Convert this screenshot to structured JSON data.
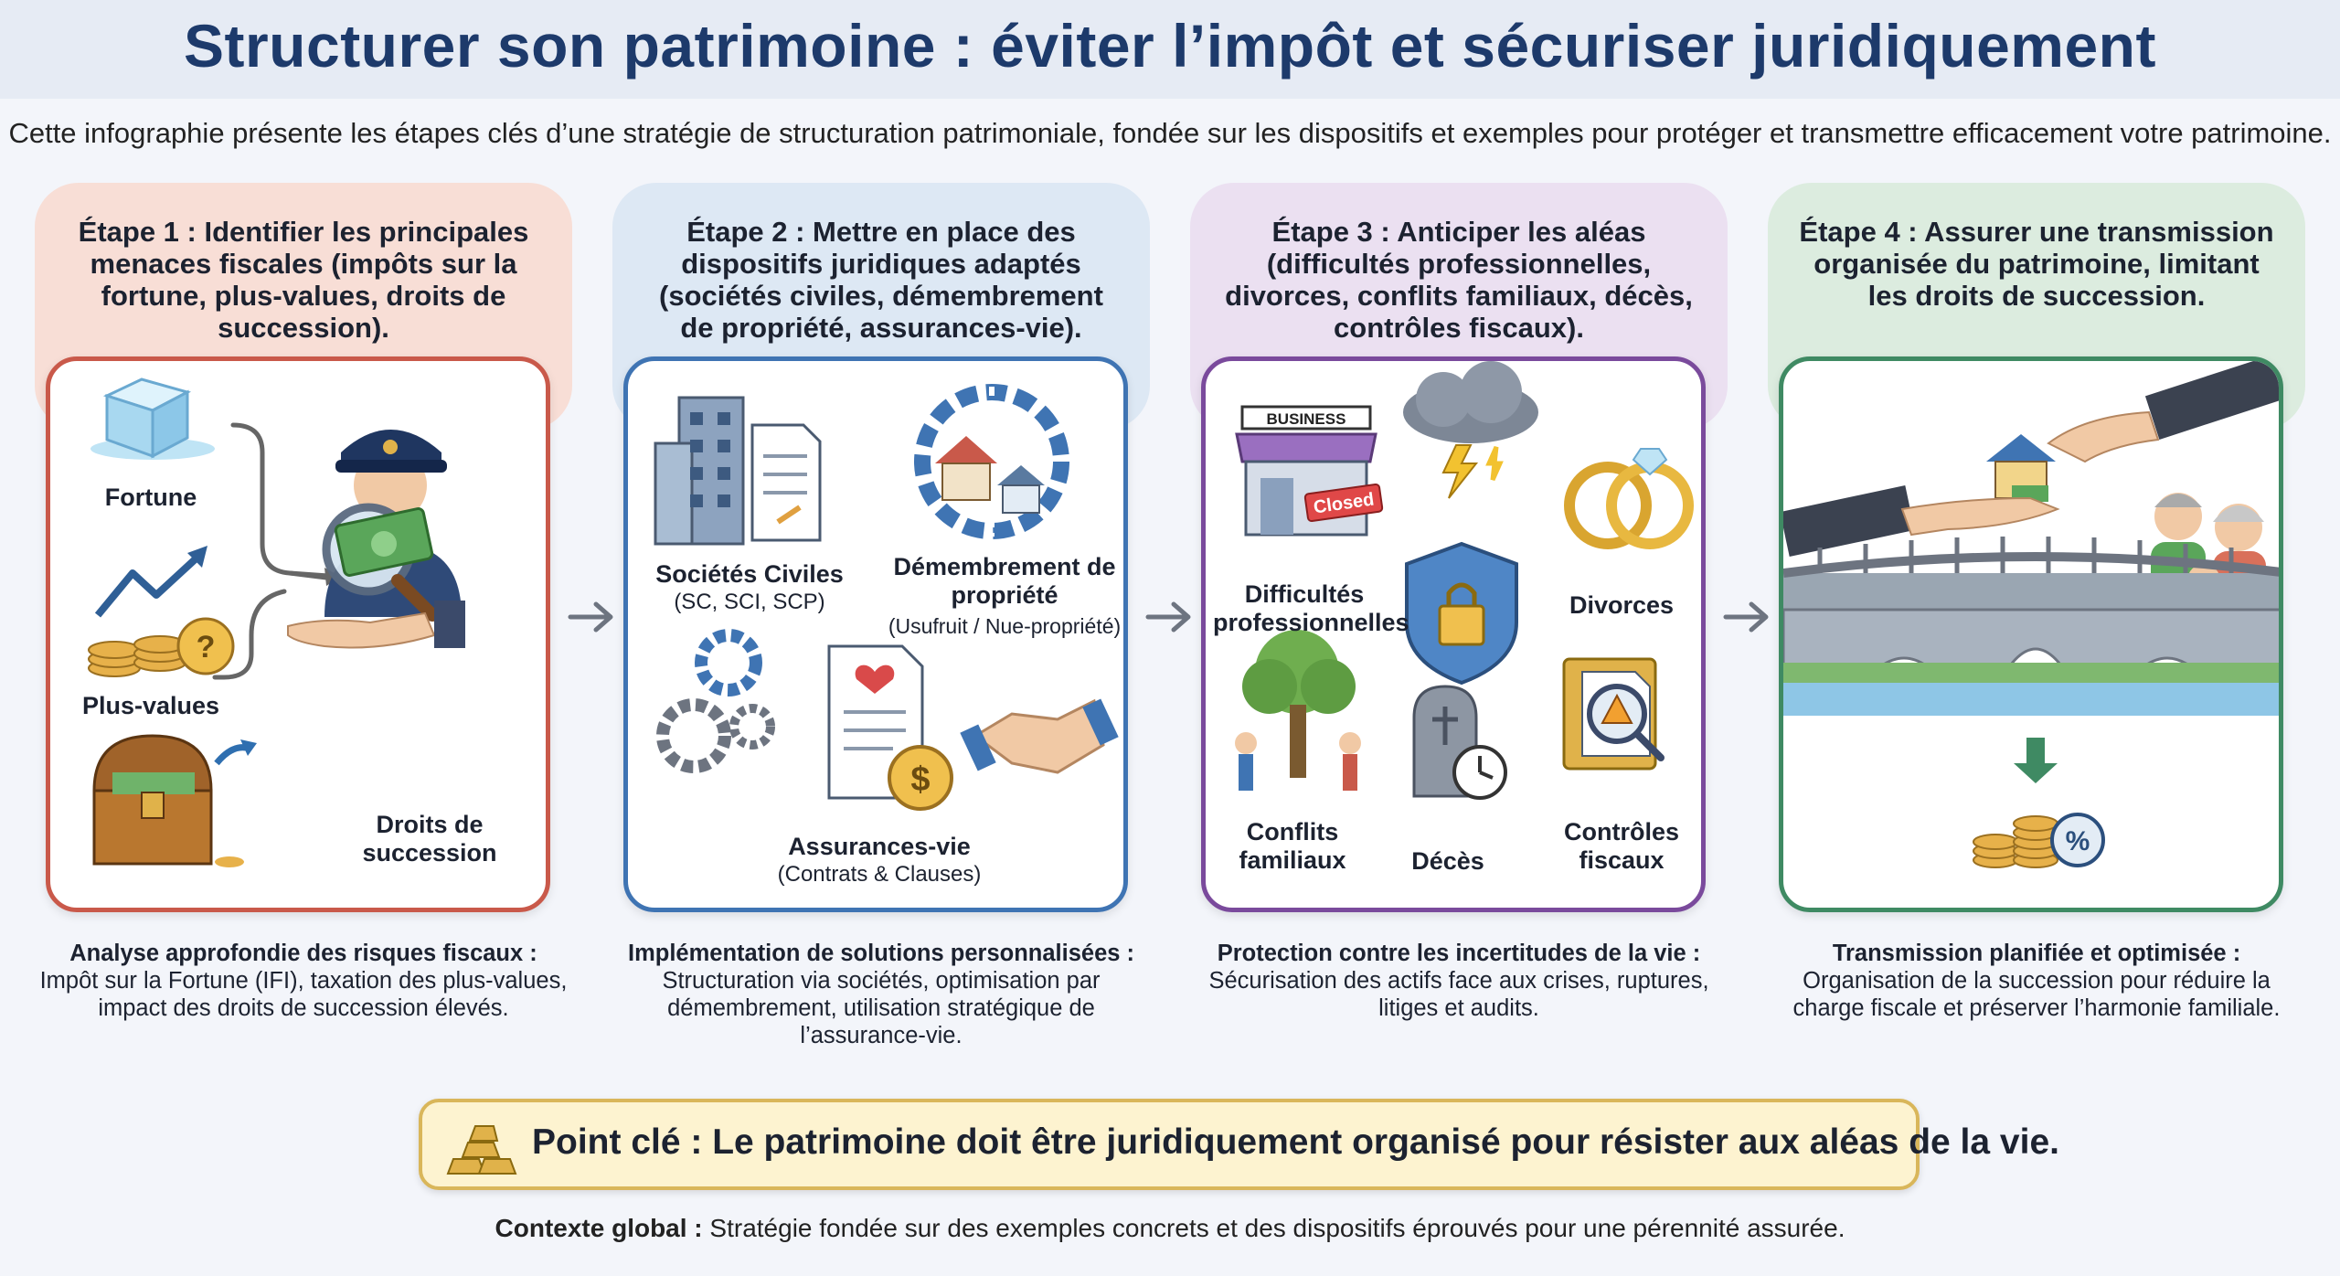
{
  "title": "Structurer son patrimoine : éviter l’impôt et sécuriser juridiquement",
  "intro": "Cette infographie présente les étapes clés d’une stratégie de structuration patrimoniale, fondée sur les dispositifs et exemples pour protéger et transmettre efficacement votre patrimoine.",
  "colors": {
    "step1": "#c9594a",
    "step2": "#3f74b3",
    "step3": "#7a4a9c",
    "step4": "#3f8a63",
    "title": "#1d3a6b",
    "key_border": "#d9b65a"
  },
  "steps": [
    {
      "heading": "Étape 1 : Identifier les principales menaces fiscales (impôts sur la fortune, plus-values, droits de succession).",
      "labels": {
        "fortune": "Fortune",
        "plusvalues": "Plus-values",
        "droits": "Droits de succession"
      },
      "desc_title": "Analyse approfondie des risques fiscaux :",
      "desc_body": "Impôt sur la Fortune (IFI), taxation des plus-values, impact des droits de succession élevés.",
      "icons": [
        "ice-cube-icon",
        "growth-arrow-coins-icon",
        "treasure-chest-icon",
        "tax-inspector-icon",
        "money-hand-icon"
      ]
    },
    {
      "heading": "Étape 2 : Mettre en place des dispositifs juridiques adaptés (sociétés civiles, démembrement de propriété, assurances-vie).",
      "labels": {
        "societes": "Sociétés Civiles",
        "societes_sub": "(SC, SCI, SCP)",
        "demembrement": "Démembrement de propriété",
        "demembrement_sub": "(Usufruit / Nue-propriété)",
        "assurances": "Assurances-vie",
        "assurances_sub": "(Contrats & Clauses)"
      },
      "desc_title": "Implémentation de solutions personnalisées :",
      "desc_body": "Structuration via sociétés, optimisation par démembrement, utilisation stratégique de l’assurance-vie.",
      "icons": [
        "building-document-icon",
        "house-gear-icon",
        "gears-icon",
        "contract-coin-icon",
        "handshake-icon"
      ]
    },
    {
      "heading": "Étape 3 : Anticiper les aléas (difficultés professionnelles, divorces, conflits familiaux, décès, contrôles fiscaux).",
      "labels": {
        "difficultes": "Difficultés professionnelles",
        "divorces": "Divorces",
        "conflits": "Conflits familiaux",
        "deces": "Décès",
        "controles": "Contrôles fiscaux",
        "business_sign": "BUSINESS",
        "closed_sign": "Closed"
      },
      "desc_title": "Protection contre les incertitudes de la vie :",
      "desc_body": "Sécurisation des actifs face aux crises, ruptures, litiges et audits.",
      "icons": [
        "closed-shop-icon",
        "storm-cloud-icon",
        "wedding-rings-icon",
        "shield-lock-icon",
        "family-tree-conflict-icon",
        "tombstone-clock-icon",
        "tax-audit-folder-icon"
      ]
    },
    {
      "heading": "Étape 4 : Assurer une transmission organisée du patrimoine, limitant les droits de succession.",
      "labels": {
        "percent": "%"
      },
      "desc_title": "Transmission planifiée et optimisée :",
      "desc_body": "Organisation de la succession pour réduire la charge fiscale et préserver l’harmonie familiale.",
      "icons": [
        "hands-passing-house-icon",
        "family-icon",
        "bridge-icon",
        "coins-percent-icon"
      ]
    }
  ],
  "key_point": "Point clé : Le patrimoine doit être juridiquement organisé pour résister aux aléas de la vie.",
  "footer": {
    "label": "Contexte global :",
    "text": "Stratégie fondée sur des exemples concrets et des dispositifs éprouvés pour une pérennité assurée."
  }
}
